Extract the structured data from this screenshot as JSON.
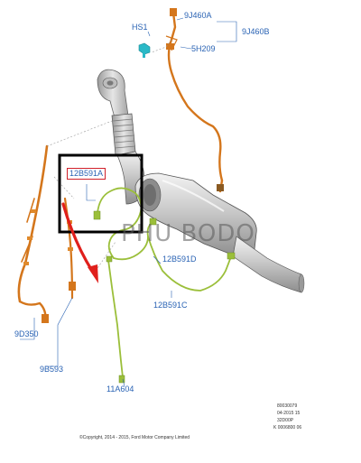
{
  "callouts": {
    "hs1": "HS1",
    "j460a": "9J460A",
    "j460b": "9J460B",
    "h209": "5H209",
    "sensor_main": "12B591A",
    "sensor_d": "12B591D",
    "sensor_c": "12B591C",
    "d350": "9D350",
    "b593": "9B593",
    "a604": "11A604"
  },
  "watermark": "PHU BODO",
  "footer": {
    "copyright": "©Copyright, 2014 - 2015, Ford Motor Company Limited",
    "ref_code": "80030079",
    "date": "04-2015 15",
    "part": "32D00P",
    "doc_id": "K 0006800 06"
  },
  "colors": {
    "callout_text": "#2a63b4",
    "highlight_box": "#d0202a",
    "harness_orange": "#d4761c",
    "sensor_wire_green": "#9bbf3a",
    "arrow": "#e0201c",
    "focus_frame": "#000000"
  }
}
